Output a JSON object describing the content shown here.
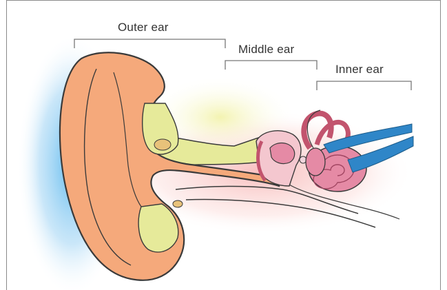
{
  "labels": {
    "outer_ear": "Outer ear",
    "middle_ear": "Middle ear",
    "inner_ear": "Inner ear"
  },
  "colors": {
    "skin": "#f5a97b",
    "skin_dark": "#e8956a",
    "canal_yellow": "#e6ea9a",
    "inner_pink": "#e58aa5",
    "nerve_blue": "#2f86c8",
    "glow_blue": "#5bb8ee",
    "outline": "#3a3a3a"
  }
}
